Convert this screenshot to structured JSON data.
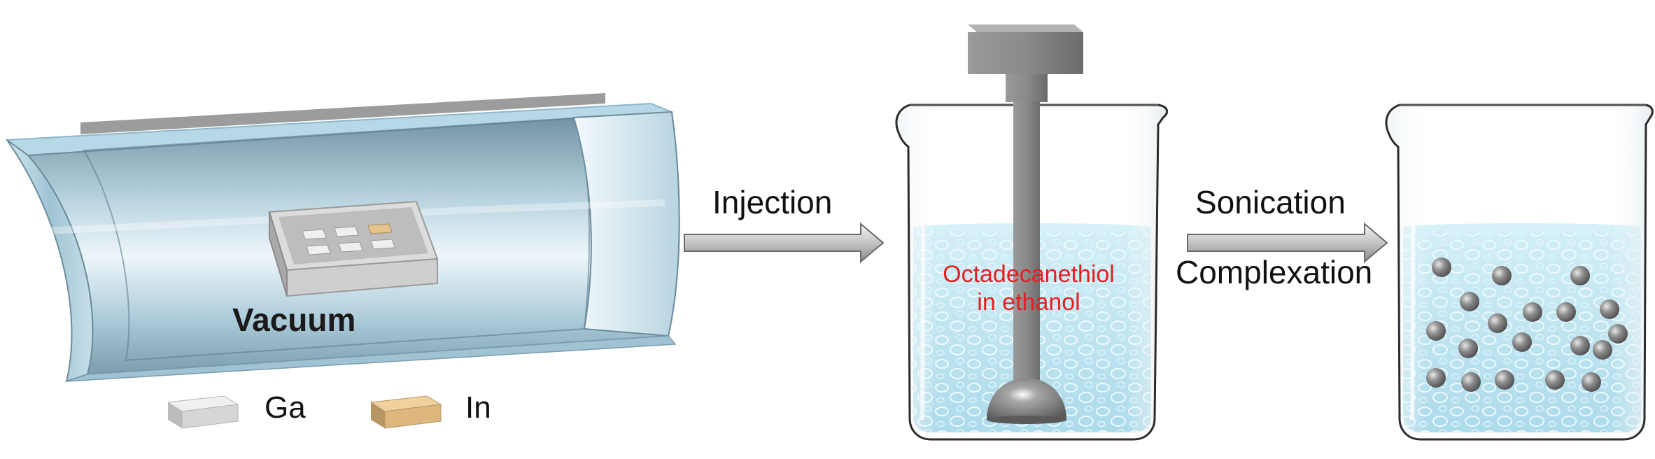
{
  "labels": {
    "vacuum": "Vacuum",
    "ga": "Ga",
    "in": "In",
    "injection": "Injection",
    "sonication": "Sonication",
    "complexation": "Complexation",
    "solution_line1": "Octadecanethiol",
    "solution_line2": "in ethanol"
  },
  "colors": {
    "tube_light": "#e6f1f7",
    "tube_mid": "#a9c9d8",
    "tube_dark": "#6f8fa0",
    "tube_rim": "#9ec7d8",
    "rail": "#9a9a9a",
    "liquid": "#a8dcec",
    "liquid_edge": "#7cc5de",
    "glass_edge": "#2b2b2b",
    "rod": "#8c8c8c",
    "particle": "#7a7a7a",
    "ga_swatch": "#e4e4e4",
    "in_swatch": "#e6c38d",
    "solution_text": "#e32020"
  },
  "icons": {
    "arrow": "arrow-right-icon",
    "beaker": "beaker-icon",
    "stirrer": "stirrer-rod-icon",
    "particle": "nanoparticle-icon"
  }
}
